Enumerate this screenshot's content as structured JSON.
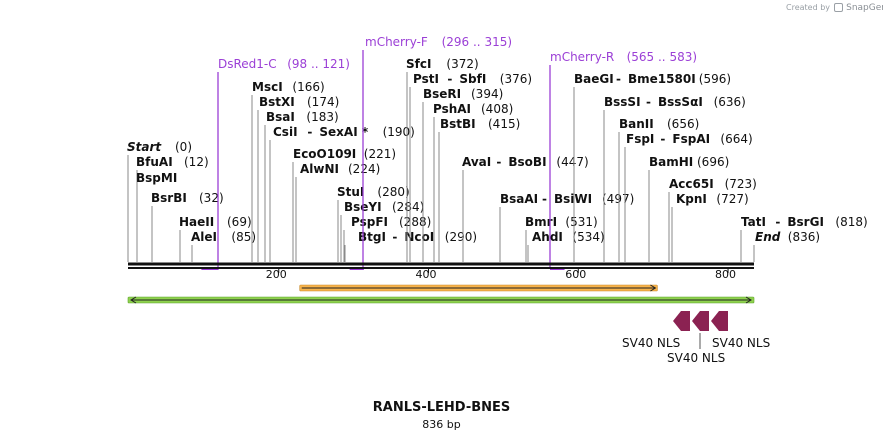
{
  "credit": {
    "prefix": "Created by",
    "brand": "SnapGene"
  },
  "title": "RANLS-LEHD-BNES",
  "length_label": "836 bp",
  "sequence_length": 836,
  "colors": {
    "primer": "#9b3fd6",
    "orf_fill": "#f7b34b",
    "feature_green": "#8fd14f",
    "nls": "#8b2252",
    "backbone": "#111111"
  },
  "ticks": [
    {
      "value": 200,
      "label": "200"
    },
    {
      "value": 400,
      "label": "400"
    },
    {
      "value": 600,
      "label": "600"
    },
    {
      "value": 800,
      "label": "800"
    }
  ],
  "primers": [
    {
      "name": "DsRed1-C",
      "range": "(98 .. 121)",
      "start": 98,
      "end": 121
    },
    {
      "name": "mCherry-F",
      "range": "(296 .. 315)",
      "start": 296,
      "end": 315
    },
    {
      "name": "mCherry-R",
      "range": "(565 .. 583)",
      "start": 565,
      "end": 583
    }
  ],
  "sites": [
    {
      "names": [
        "Start"
      ],
      "pos_label": "(0)",
      "pos": 0,
      "italic": true
    },
    {
      "names": [
        "BfuAI"
      ],
      "pos_label": "(12)",
      "pos": 12
    },
    {
      "names": [
        "BspMI"
      ],
      "pos_label": "",
      "pos": 12
    },
    {
      "names": [
        "BsrBI"
      ],
      "pos_label": "(32)",
      "pos": 32
    },
    {
      "names": [
        "HaeII"
      ],
      "pos_label": "(69)",
      "pos": 69
    },
    {
      "names": [
        "AleI"
      ],
      "pos_label": "(85)",
      "pos": 85
    },
    {
      "names": [
        "MscI"
      ],
      "pos_label": "(166)",
      "pos": 166
    },
    {
      "names": [
        "BstXI"
      ],
      "pos_label": "(174)",
      "pos": 174
    },
    {
      "names": [
        "BsaI"
      ],
      "pos_label": "(183)",
      "pos": 183
    },
    {
      "names": [
        "CsiI",
        "SexAI *"
      ],
      "pos_label": "(190)",
      "pos": 190
    },
    {
      "names": [
        "EcoO109I"
      ],
      "pos_label": "(221)",
      "pos": 221
    },
    {
      "names": [
        "AlwNI"
      ],
      "pos_label": "(224)",
      "pos": 224
    },
    {
      "names": [
        "StuI"
      ],
      "pos_label": "(280)",
      "pos": 280
    },
    {
      "names": [
        "BseYI"
      ],
      "pos_label": "(284)",
      "pos": 284
    },
    {
      "names": [
        "PspFI"
      ],
      "pos_label": "(288)",
      "pos": 288
    },
    {
      "names": [
        "BtgI",
        "NcoI"
      ],
      "pos_label": "(290)",
      "pos": 290
    },
    {
      "names": [
        "SfcI"
      ],
      "pos_label": "(372)",
      "pos": 372
    },
    {
      "names": [
        "PstI",
        "SbfI"
      ],
      "pos_label": "(376)",
      "pos": 376
    },
    {
      "names": [
        "BseRI"
      ],
      "pos_label": "(394)",
      "pos": 394
    },
    {
      "names": [
        "PshAI"
      ],
      "pos_label": "(408)",
      "pos": 408
    },
    {
      "names": [
        "BstBI"
      ],
      "pos_label": "(415)",
      "pos": 415
    },
    {
      "names": [
        "AvaI",
        "BsoBI"
      ],
      "pos_label": "(447)",
      "pos": 447
    },
    {
      "names": [
        "BsaAI",
        "BsiWI"
      ],
      "pos_label": "(497)",
      "pos": 497
    },
    {
      "names": [
        "BmrI"
      ],
      "pos_label": "(531)",
      "pos": 531
    },
    {
      "names": [
        "AhdI"
      ],
      "pos_label": "(534)",
      "pos": 534
    },
    {
      "names": [
        "BaeGI",
        "Bme1580I"
      ],
      "pos_label": "(596)",
      "pos": 596
    },
    {
      "names": [
        "BssSI",
        "BssSαI"
      ],
      "pos_label": "(636)",
      "pos": 636
    },
    {
      "names": [
        "BanII"
      ],
      "pos_label": "(656)",
      "pos": 656
    },
    {
      "names": [
        "FspI",
        "FspAI"
      ],
      "pos_label": "(664)",
      "pos": 664
    },
    {
      "names": [
        "BamHI"
      ],
      "pos_label": "(696)",
      "pos": 696
    },
    {
      "names": [
        "Acc65I"
      ],
      "pos_label": "(723)",
      "pos": 723
    },
    {
      "names": [
        "KpnI"
      ],
      "pos_label": "(727)",
      "pos": 727
    },
    {
      "names": [
        "TatI",
        "BsrGI"
      ],
      "pos_label": "(818)",
      "pos": 818
    },
    {
      "names": [
        "End"
      ],
      "pos_label": "(836)",
      "pos": 836,
      "italic": true
    }
  ],
  "features": {
    "orf": {
      "start": 230,
      "end": 707,
      "direction": "forward"
    },
    "green": {
      "start": 0,
      "end": 836,
      "direction": "both"
    },
    "nls": [
      {
        "label": "SV40 NLS",
        "direction": "reverse"
      },
      {
        "label": "SV40 NLS",
        "direction": "reverse"
      },
      {
        "label": "SV40 NLS",
        "direction": "reverse"
      }
    ]
  }
}
